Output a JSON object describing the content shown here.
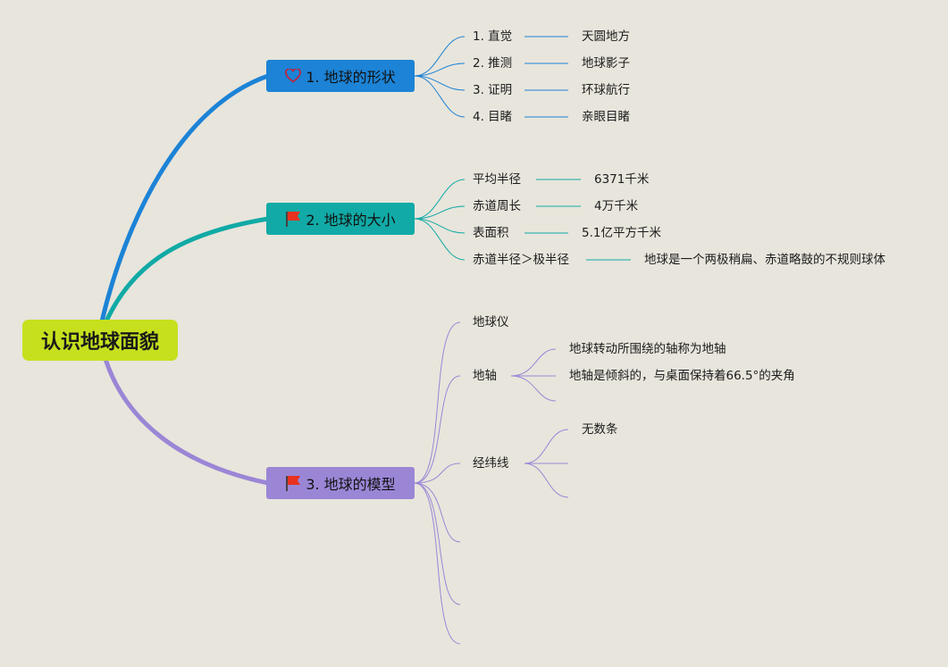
{
  "root": "认识地球面貌",
  "branches": [
    {
      "label": "1. 地球的形状",
      "icon": "heart-outline-icon",
      "color": "#1c83d6",
      "items": [
        {
          "label": "1. 直觉",
          "note": "天圆地方"
        },
        {
          "label": "2. 推测",
          "note": "地球影子"
        },
        {
          "label": "3. 证明",
          "note": "环球航行"
        },
        {
          "label": "4. 目睹",
          "note": "亲眼目睹"
        }
      ]
    },
    {
      "label": "2. 地球的大小",
      "icon": "red-flag-icon",
      "color": "#11aaa6",
      "items": [
        {
          "label": "平均半径",
          "note": "6371千米"
        },
        {
          "label": "赤道周长",
          "note": "4万千米"
        },
        {
          "label": "表面积",
          "note": "5.1亿平方千米"
        },
        {
          "label": "赤道半径＞极半径",
          "note": "地球是一个两极稍扁、赤道略鼓的不规则球体"
        }
      ]
    },
    {
      "label": "3. 地球的模型",
      "icon": "red-flag-icon",
      "color": "#9b86d6",
      "items": [
        {
          "label": "地球仪"
        },
        {
          "label": "地轴",
          "children": [
            "地球转动所围绕的轴称为地轴",
            "地轴是倾斜的，与桌面保持着66.5°的夹角"
          ]
        },
        {
          "label": "经纬线",
          "children": [
            "无数条"
          ]
        }
      ]
    }
  ],
  "colors": {
    "background": "#e8e5dc",
    "root": "#c6e01e",
    "flag": "#e8321f"
  }
}
